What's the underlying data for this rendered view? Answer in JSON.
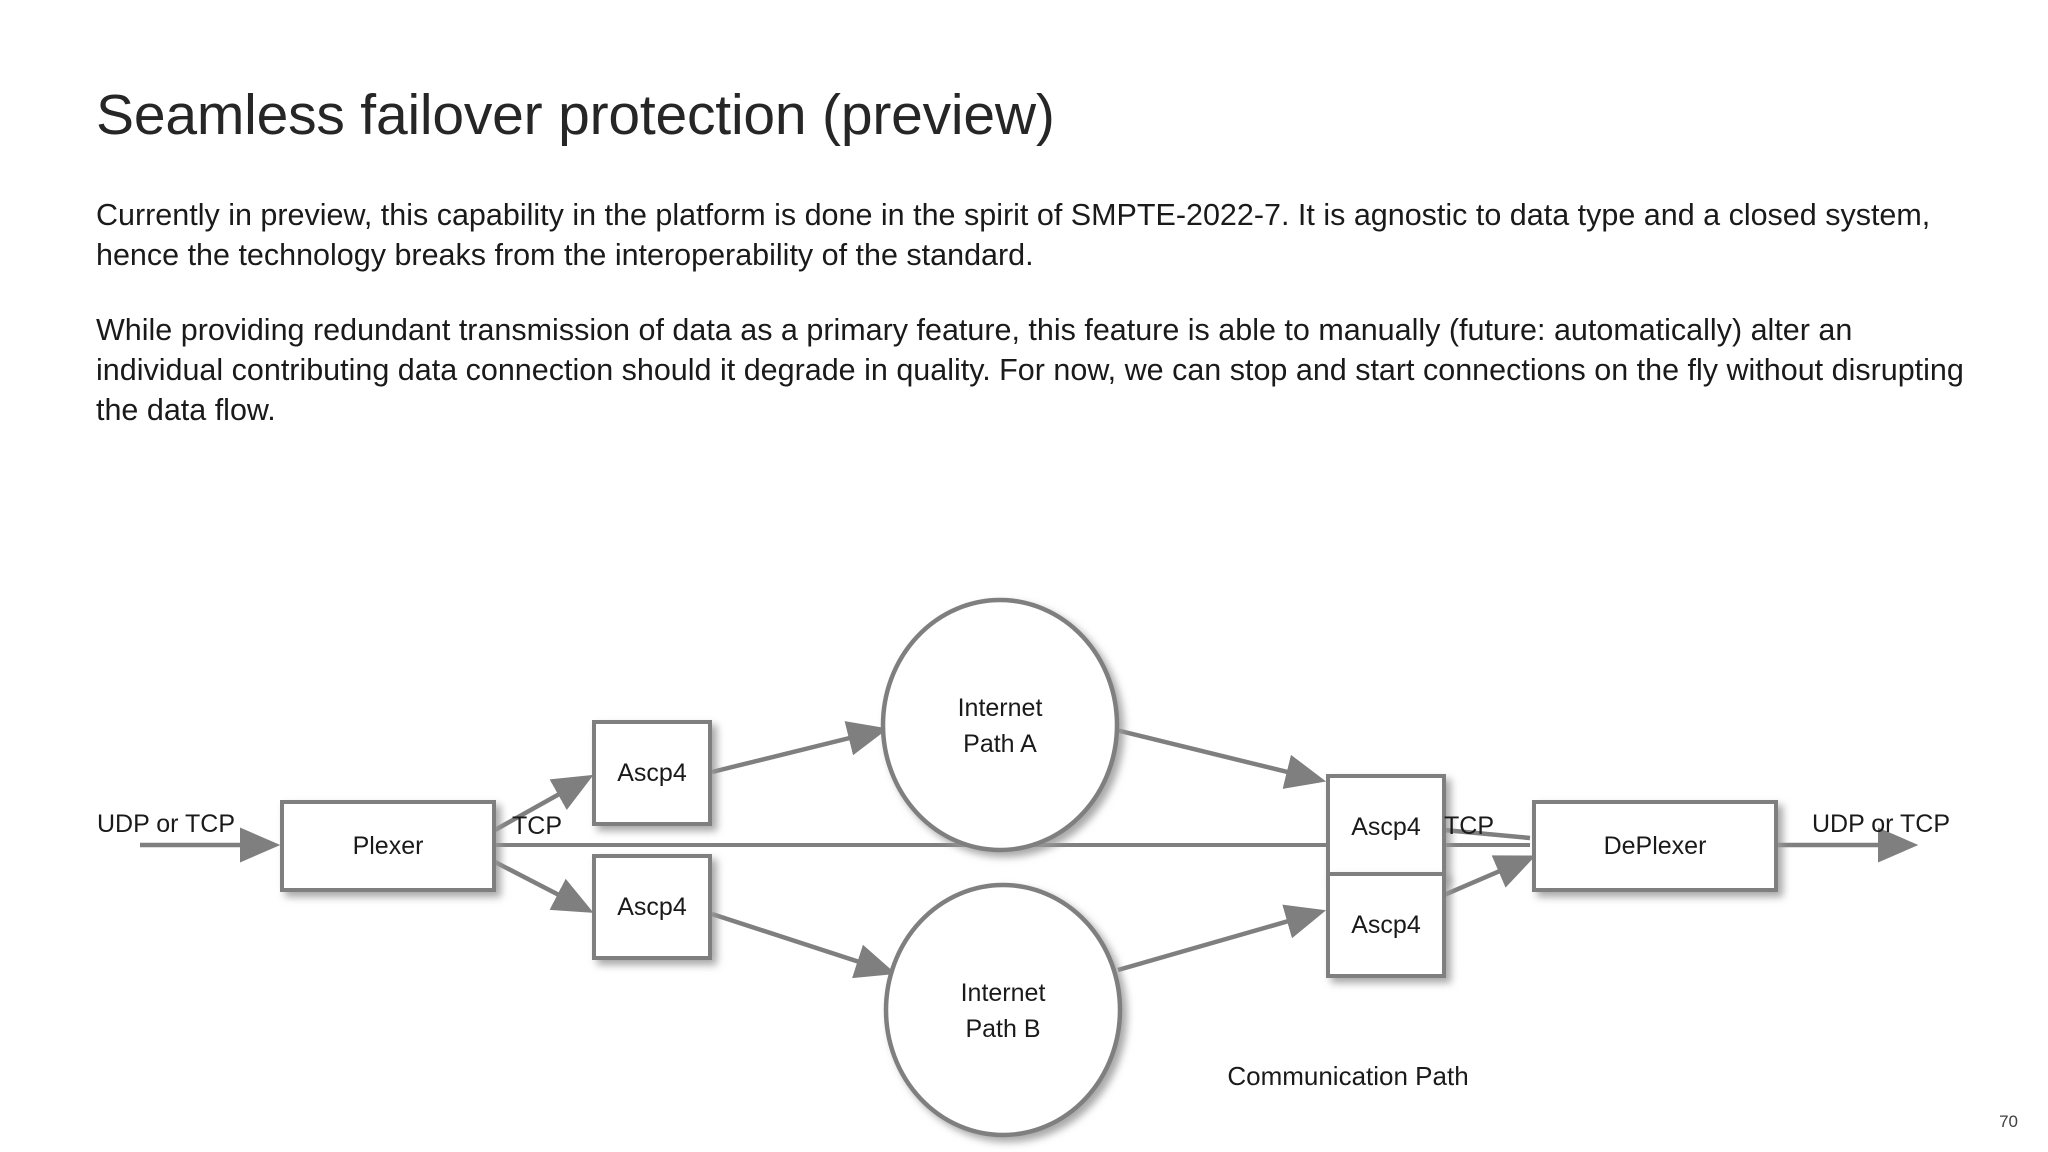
{
  "slide": {
    "title": "Seamless failover protection (preview)",
    "paragraphs": [
      "Currently in preview, this capability in the platform is done in the spirit of SMPTE-2022-7.  It is agnostic to data type and a closed system, hence the technology breaks from the interoperability of the standard.",
      "While providing redundant transmission of data as a primary feature, this feature is able to manually (future: automatically) alter an individual contributing  data connection should it degrade in quality.  For now, we can stop and start connections on the fly without disrupting the data flow."
    ],
    "slide_number": "70"
  },
  "diagram": {
    "caption": "Communication Path",
    "nodes": {
      "input_label": "UDP or TCP",
      "plexer": "Plexer",
      "deplexer": "DePlexer",
      "output_label": "UDP or TCP",
      "ascp_in_top": "Ascp4",
      "ascp_in_bottom": "Ascp4",
      "ascp_out_top": "Ascp4",
      "ascp_out_bottom": "Ascp4",
      "path_a_line1": "Internet",
      "path_a_line2": "Path A",
      "path_b_line1": "Internet",
      "path_b_line2": "Path B"
    },
    "edge_labels": {
      "tcp_left": "TCP",
      "tcp_right": "TCP"
    },
    "colors": {
      "shape_stroke": "#7f7f7f",
      "shape_fill": "#ffffff",
      "text": "#1a1a1a",
      "background": "#ffffff"
    }
  }
}
